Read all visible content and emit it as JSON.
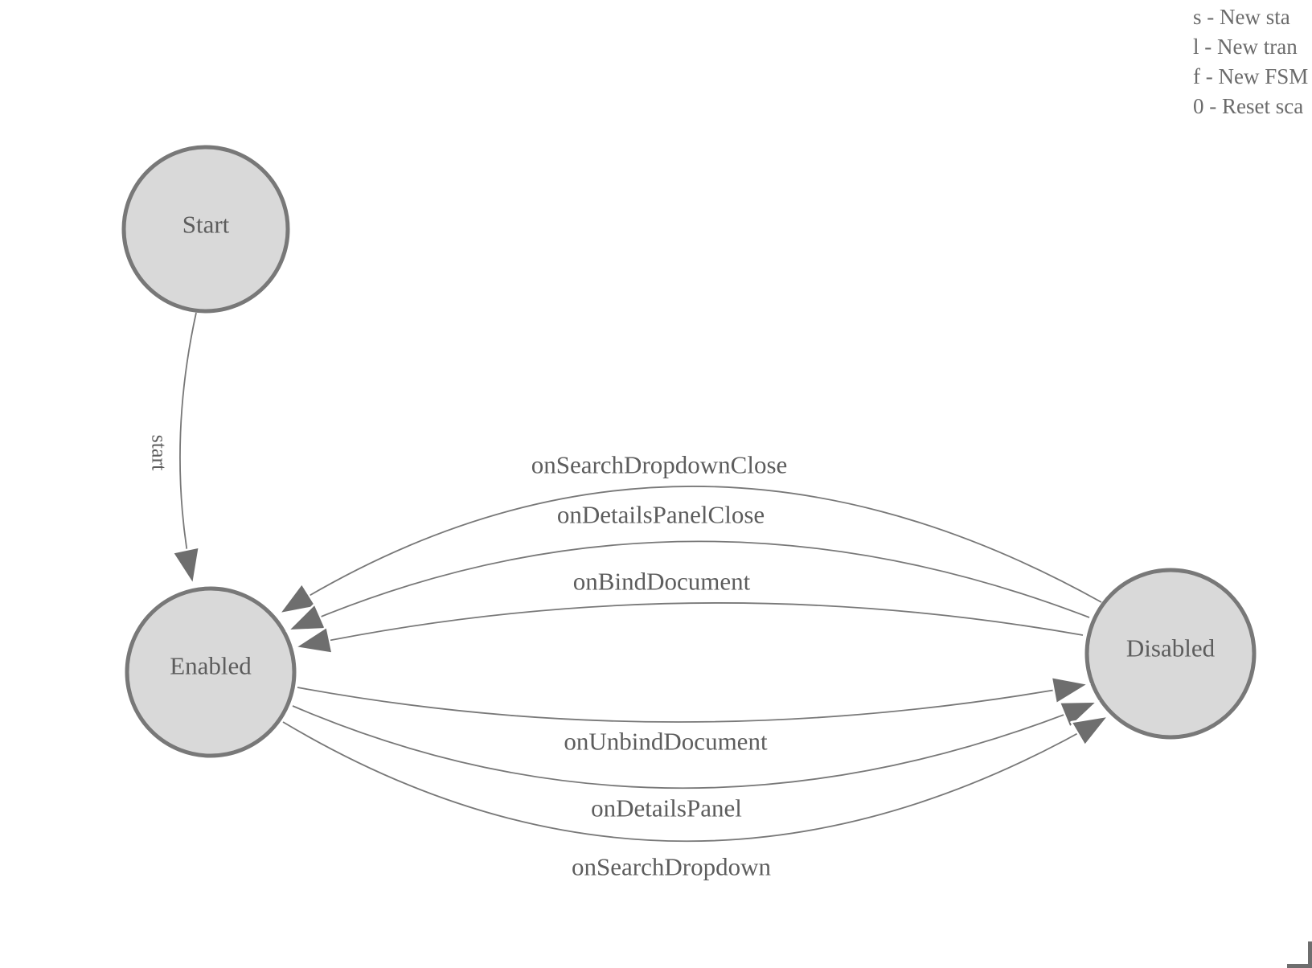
{
  "help": {
    "lines": {
      "l1": "s - New sta",
      "l2": "l - New tran",
      "l3": "f - New FSM",
      "l4": "0 - Reset sca"
    }
  },
  "states": {
    "start": "Start",
    "enabled": "Enabled",
    "disabled": "Disabled"
  },
  "transitions": {
    "start": {
      "label": "start",
      "from": "Start",
      "to": "Enabled"
    },
    "searchDropdownClose": {
      "label": "onSearchDropdownClose",
      "from": "Disabled",
      "to": "Enabled"
    },
    "detailsPanelClose": {
      "label": "onDetailsPanelClose",
      "from": "Disabled",
      "to": "Enabled"
    },
    "bindDocument": {
      "label": "onBindDocument",
      "from": "Disabled",
      "to": "Enabled"
    },
    "unbindDocument": {
      "label": "onUnbindDocument",
      "from": "Enabled",
      "to": "Disabled"
    },
    "detailsPanel": {
      "label": "onDetailsPanel",
      "from": "Enabled",
      "to": "Disabled"
    },
    "searchDropdown": {
      "label": "onSearchDropdown",
      "from": "Enabled",
      "to": "Disabled"
    }
  },
  "colors": {
    "node_fill": "#d9d9d9",
    "node_stroke": "#787878",
    "edge_stroke": "#787878",
    "arrow_fill": "#6e6e6e",
    "label_color": "#5d5d5d",
    "help_color": "#6b6b6b",
    "corner_color": "#6e6e6e"
  }
}
